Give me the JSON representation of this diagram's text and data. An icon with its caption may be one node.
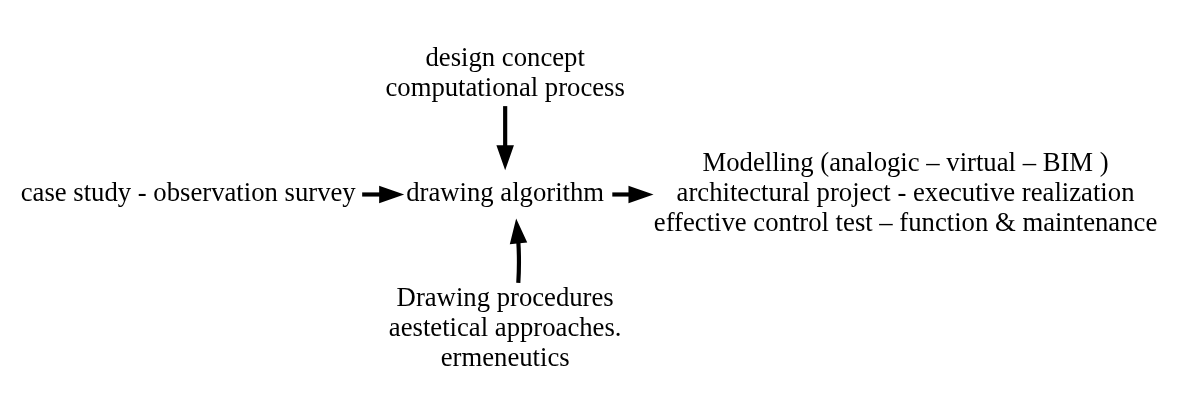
{
  "diagram": {
    "nodes": [
      {
        "text": [
          "design concept",
          "computational process"
        ]
      },
      {
        "text": [
          "case study - observation survey"
        ]
      },
      {
        "text": [
          "drawing algorithm"
        ]
      },
      {
        "text": [
          "Modelling (analogic – virtual – BIM )",
          "architectural project - executive realization",
          "effective control test – function & maintenance"
        ]
      },
      {
        "text": [
          "Drawing procedures",
          "aestetical approaches.",
          "ermeneutics"
        ]
      }
    ],
    "edges": [
      {
        "from": 0,
        "to": 2,
        "arrow": "to"
      },
      {
        "from": 1,
        "to": 2,
        "arrow": "to"
      },
      {
        "from": 2,
        "to": 3,
        "arrow": "to"
      },
      {
        "from": 4,
        "to": 2,
        "arrow": "to"
      }
    ]
  }
}
